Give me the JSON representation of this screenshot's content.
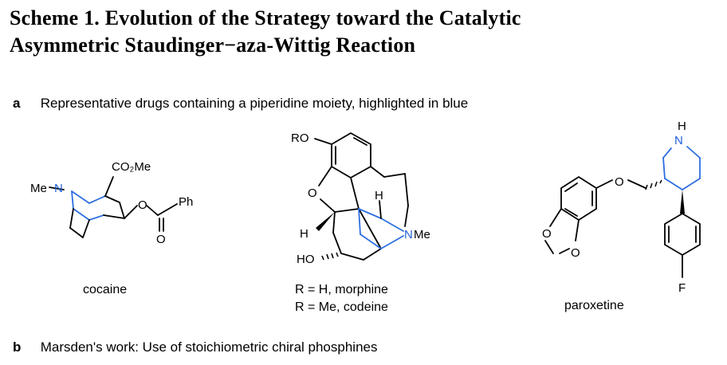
{
  "title": {
    "line1": "Scheme 1. Evolution of the Strategy toward the Catalytic",
    "line2": "Asymmetric Staudinger−aza-Wittig Reaction"
  },
  "sections": {
    "a": {
      "tag": "a",
      "text": "Representative drugs containing a piperidine moiety, highlighted in blue"
    },
    "b": {
      "tag": "b",
      "text": "Marsden's work: Use of stoichiometric chiral phosphines"
    }
  },
  "cocaine": {
    "name": "cocaine",
    "atoms": {
      "me_n": "Me",
      "n": "N",
      "co2me": "CO₂Me",
      "o_ester": "O",
      "ph": "Ph",
      "o_carbonyl": "O"
    }
  },
  "morphine": {
    "ro": "RO",
    "o_ring": "O",
    "h_left": "H",
    "h_top": "H",
    "n": "N",
    "me": "Me",
    "ho": "HO",
    "caption1": "R = H, morphine",
    "caption2": "R = Me, codeine"
  },
  "paroxetine": {
    "name": "paroxetine",
    "h": "H",
    "n": "N",
    "o_link": "O",
    "o_diox1": "O",
    "o_diox2": "O",
    "f": "F"
  },
  "colors": {
    "highlight": "#1f5fd6",
    "ink": "#000000"
  }
}
